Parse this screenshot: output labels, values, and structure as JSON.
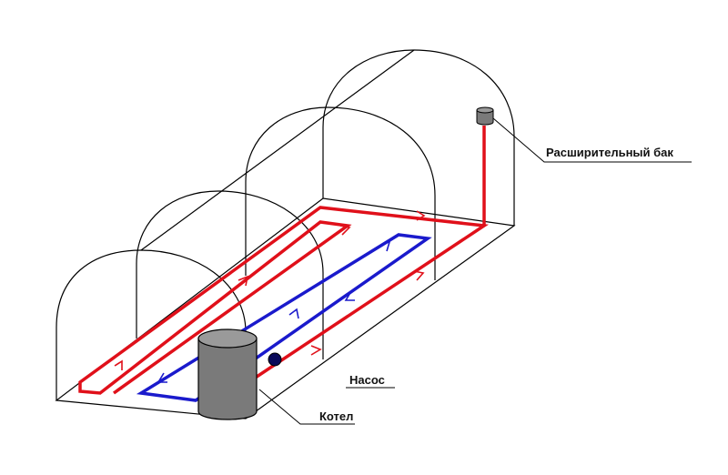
{
  "labels": {
    "expansion_tank": "Расширительный бак",
    "pump": "Насос",
    "boiler": "Котел"
  },
  "colors": {
    "frame": "#000000",
    "hot_pipe": "#e0101a",
    "cold_pipe": "#1a1acc",
    "boiler_fill": "#7a7a7a",
    "pump_fill": "#0a0a5a"
  }
}
